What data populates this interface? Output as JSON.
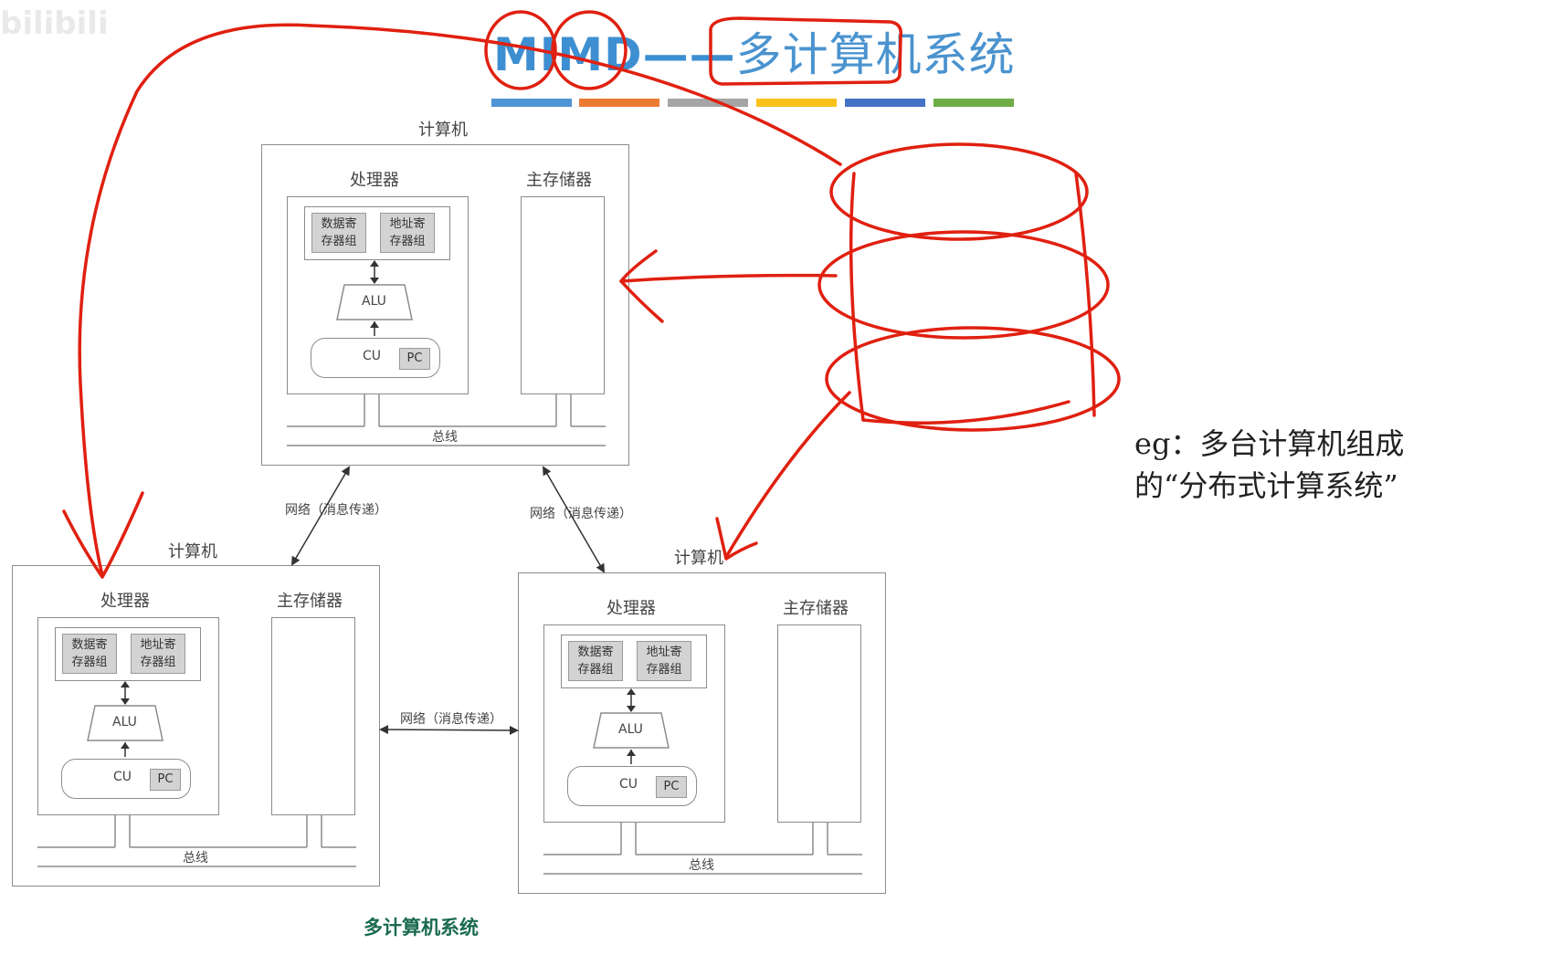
{
  "watermark": "bilibili",
  "title": {
    "prefix": "MIMD——",
    "main": "多计算机系统"
  },
  "colors": {
    "title": "#3d8fd1",
    "annotation_red": "#e02010",
    "bars": [
      "#4f94d4",
      "#ec7b32",
      "#a5a5a5",
      "#f9c21a",
      "#4472c4",
      "#70ad47"
    ],
    "caption": "#1a6b52"
  },
  "computer": {
    "title": "计算机",
    "processor": "处理器",
    "memory": "主存储器",
    "data_regs": [
      "数据寄",
      "存器组"
    ],
    "addr_regs": [
      "地址寄",
      "存器组"
    ],
    "alu": "ALU",
    "cu": "CU",
    "pc": "PC",
    "bus": "总线"
  },
  "links": {
    "network_label": "网络（消息传递）"
  },
  "note": {
    "line1": "eg：多台计算机组成",
    "line2": "的“分布式计算系统”"
  },
  "caption": "多计算机系统"
}
